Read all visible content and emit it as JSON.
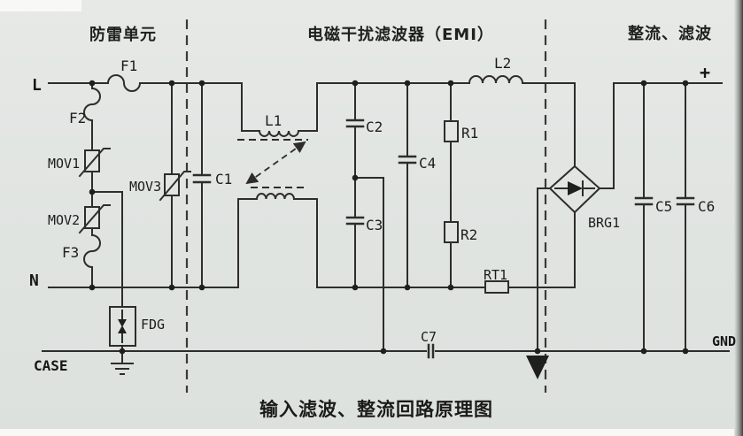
{
  "diagram": {
    "title": "输入滤波、整流回路原理图",
    "sections": {
      "lightning_label": "防雷单元",
      "emi_label": "电磁干扰滤波器（EMI）",
      "rectifier_label": "整流、滤波"
    },
    "terminals": {
      "live": "L",
      "neutral": "N",
      "case": "CASE",
      "gnd": "GND",
      "positive": "+"
    },
    "components": {
      "f1": "F1",
      "f2": "F2",
      "f3": "F3",
      "mov1": "MOV1",
      "mov2": "MOV2",
      "mov3": "MOV3",
      "fdg": "FDG",
      "c1": "C1",
      "c2": "C2",
      "c3": "C3",
      "c4": "C4",
      "c5": "C5",
      "c6": "C6",
      "c7": "C7",
      "l1": "L1",
      "l2": "L2",
      "r1": "R1",
      "r2": "R2",
      "rt1": "RT1",
      "brg1": "BRG1"
    },
    "colors": {
      "background": "#e1e5e2",
      "line": "#2d2d2b",
      "edge_band": "#3f3f3d",
      "bottom_strip": "#f8f8f5"
    }
  }
}
